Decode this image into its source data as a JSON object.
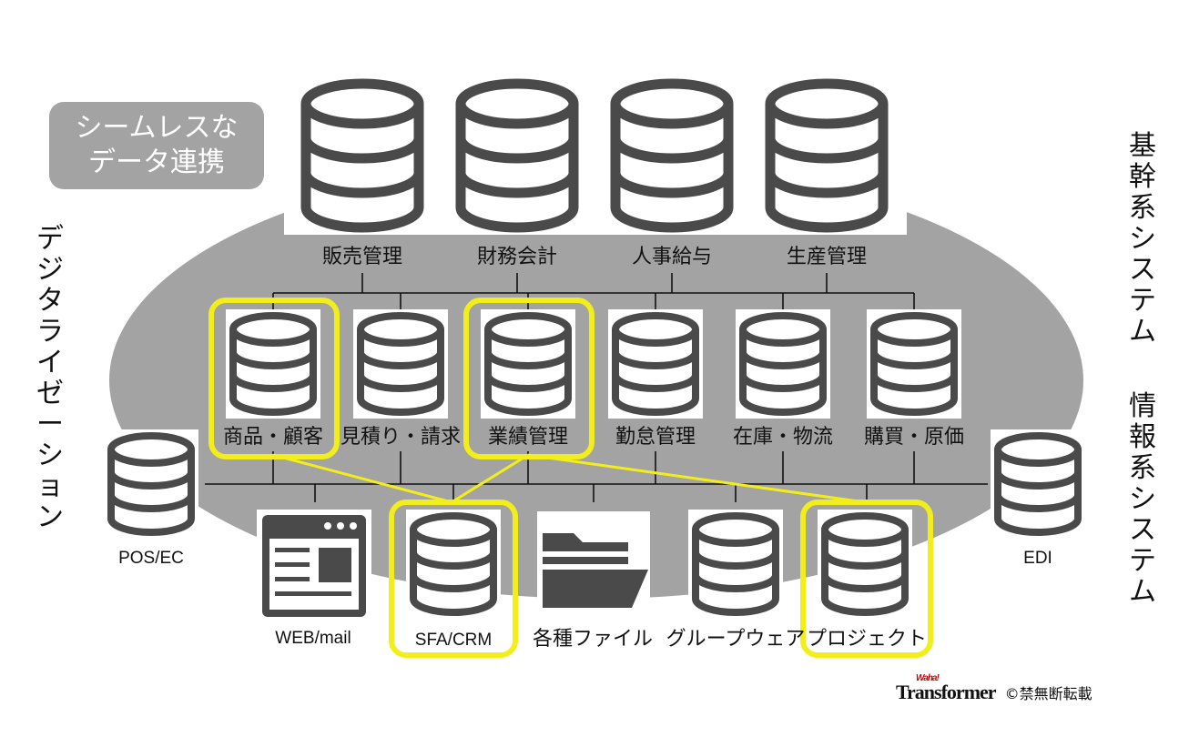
{
  "badge": {
    "line1": "シームレスな",
    "line2": "データ連携"
  },
  "left_vertical": "デジタライゼーション",
  "right_vertical_top": "基幹系システム",
  "right_vertical_bottom": "情報系システム",
  "top_systems": [
    "販売管理",
    "財務会計",
    "人事給与",
    "生産管理"
  ],
  "middle_systems": [
    "商品・顧客",
    "見積り・請求",
    "業績管理",
    "勤怠管理",
    "在庫・物流",
    "購買・原価"
  ],
  "bottom_systems": [
    "WEB/mail",
    "SFA/CRM",
    "各種ファイル",
    "グループウェア",
    "プロジェクト"
  ],
  "side_systems": {
    "left": "POS/EC",
    "right": "EDI"
  },
  "highlighted": [
    "商品・顧客",
    "業績管理",
    "SFA/CRM",
    "プロジェクト"
  ],
  "colors": {
    "ellipse": "#a3a3a3",
    "highlight": "#f2ee1c",
    "icon": "#4a4a4a",
    "line": "#111111"
  },
  "footer": {
    "brand_small": "Waha!",
    "brand": "Transformer",
    "copyright": "©禁無断転載"
  }
}
